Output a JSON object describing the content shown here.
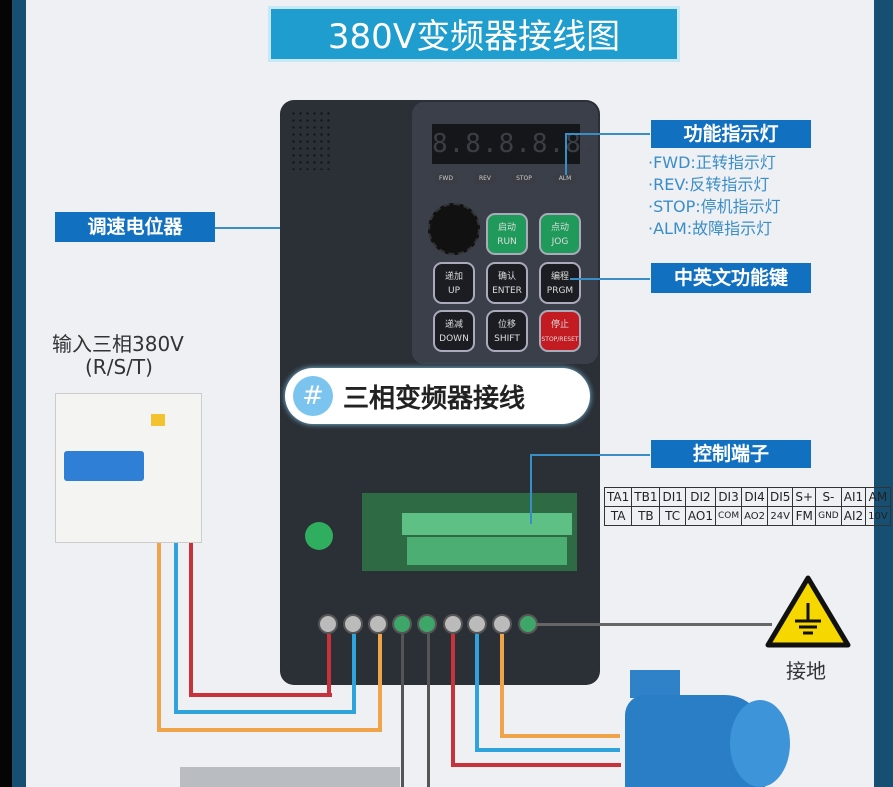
{
  "title": "380V变频器接线图",
  "subtitle": {
    "icon": "#",
    "text": "三相变频器接线"
  },
  "labels": {
    "potentiometer": "调速电位器",
    "indicators": "功能指示灯",
    "function_keys": "中英文功能键",
    "control_terminals": "控制端子",
    "ground": "接地",
    "input_line1": "输入三相380V",
    "input_line2": "(R/S/T)"
  },
  "indicator_list": [
    "·FWD:正转指示灯",
    "·REV:反转指示灯",
    "·STOP:停机指示灯",
    "·ALM:故障指示灯"
  ],
  "display": "8.8.8.8.8.",
  "leds": [
    "FWD",
    "REV",
    "STOP",
    "ALM"
  ],
  "keys": [
    {
      "cn": "启动",
      "en": "RUN",
      "color": "green"
    },
    {
      "cn": "点动",
      "en": "JOG",
      "color": "green"
    },
    {
      "cn": "递加",
      "en": "UP",
      "color": "black"
    },
    {
      "cn": "确认",
      "en": "ENTER",
      "color": "black"
    },
    {
      "cn": "编程",
      "en": "PRGM",
      "color": "black"
    },
    {
      "cn": "递减",
      "en": "DOWN",
      "color": "black"
    },
    {
      "cn": "位移",
      "en": "SHIFT",
      "color": "black"
    },
    {
      "cn": "停止",
      "en": "STOP/RESET",
      "color": "red"
    }
  ],
  "terminal_table": [
    [
      "TA1",
      "TB1",
      "DI1",
      "DI2",
      "DI3",
      "DI4",
      "DI5",
      "S+",
      "S-",
      "AI1",
      "AM"
    ],
    [
      "TA",
      "TB",
      "TC",
      "AO1",
      "COM",
      "AO2",
      "24V",
      "FM",
      "GND",
      "AI2",
      "10V"
    ]
  ],
  "colors": {
    "accent": "#1270c0",
    "title_bg": "#1f9dcf",
    "body": "#2b2f36",
    "wire_red": "#c8323a",
    "wire_blue": "#2ea3dc",
    "wire_orange": "#f0a44a"
  }
}
